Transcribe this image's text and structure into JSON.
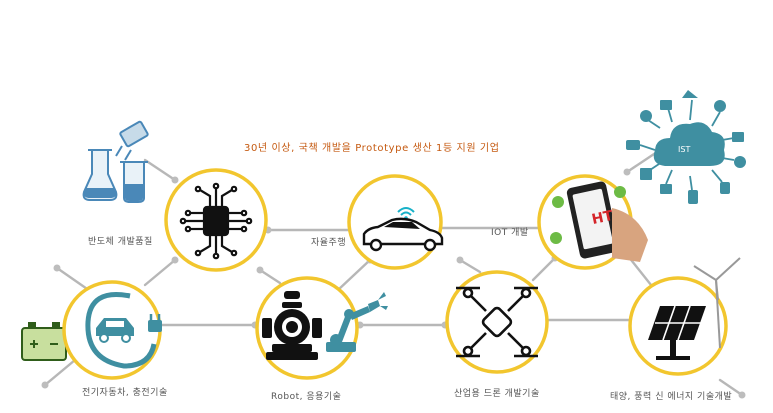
{
  "headline": "30년 이상, 국책 개발을 Prototype 생산 1등 지원 기업",
  "labels": {
    "nano": "반도체 개발품질",
    "autonomous": "자율주행",
    "iot": "IOT 개발",
    "ev": "전기자동차, 충전기술",
    "robot": "Robot, 응용기술",
    "drone": "산업용 드론 개발기술",
    "solar": "태양, 풍력 신 에너지 기술개발"
  },
  "colors": {
    "circle_border": "#f2c62e",
    "connector": "#b7b7b7",
    "headline": "#c55a11",
    "icon_dark": "#111111",
    "lab_blue": "#4a88b8",
    "teal": "#3f8fa1"
  },
  "icons": {
    "chip": "chip-icon",
    "car": "self-driving-car-icon",
    "phone": "smartphone-iot-icon",
    "ev": "electric-car-charging-icon",
    "robot": "robot-icon",
    "drone": "drone-icon",
    "solar": "solar-panel-icon"
  }
}
